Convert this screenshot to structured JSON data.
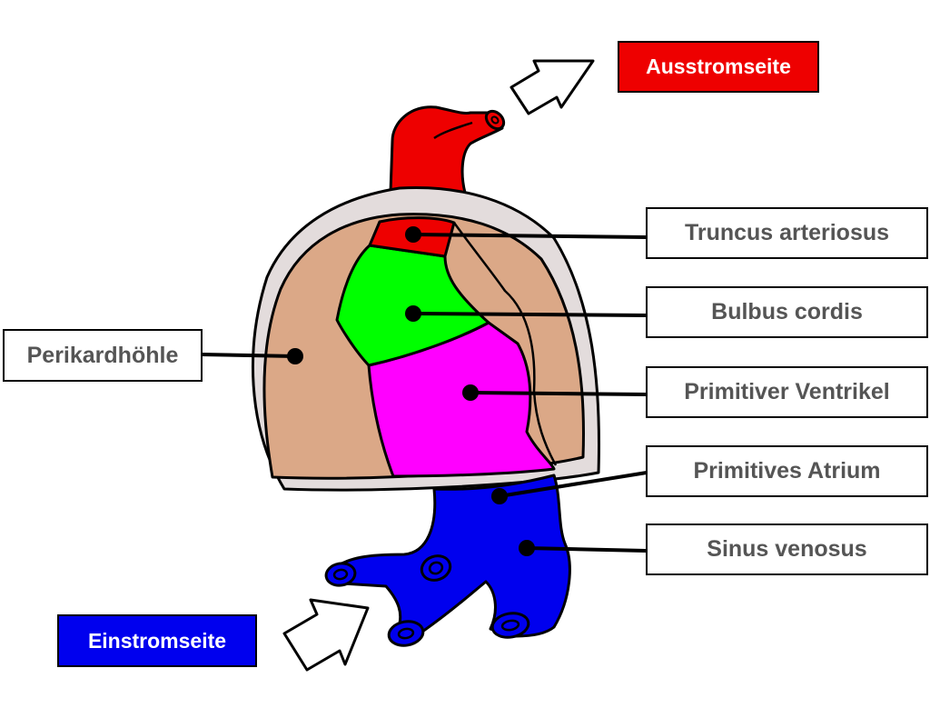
{
  "labels": {
    "outflow": "Ausstromseite",
    "inflow": "Einstromseite",
    "pericardium": "Perikardhöhle",
    "truncus": "Truncus arteriosus",
    "bulbus": "Bulbus cordis",
    "ventricle": "Primitiver Ventrikel",
    "atrium": "Primitives Atrium",
    "sinus": "Sinus venosus"
  },
  "colors": {
    "outflow": "#ee0000",
    "inflow": "#0000ee",
    "truncus": "#ee0000",
    "bulbus": "#00ff00",
    "ventricle": "#ff00ff",
    "sinus": "#0000ee",
    "pericardial_cavity": "#dba887",
    "pericardial_wall": "#e3dcdc"
  }
}
